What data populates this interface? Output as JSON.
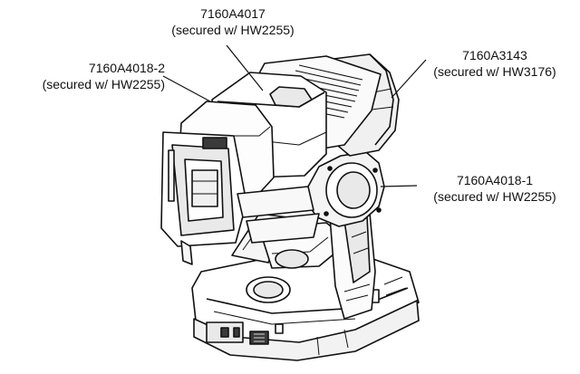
{
  "callouts": [
    {
      "part": "7160A4017",
      "note": "(secured w/ HW2255)"
    },
    {
      "part": "7160A4018-2",
      "note": "(secured w/ HW2255)"
    },
    {
      "part": "7160A3143",
      "note": "(secured w/ HW3176)"
    },
    {
      "part": "7160A4018-1",
      "note": "(secured w/ HW2255)"
    }
  ],
  "colors": {
    "ink": "#111111",
    "fill": "#ffffff",
    "shade": "#e9e9e9",
    "dark": "#3a3a3a"
  }
}
